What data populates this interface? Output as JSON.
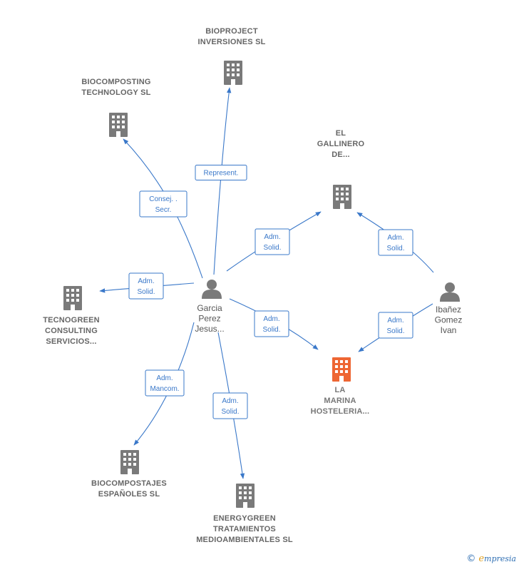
{
  "colors": {
    "edge": "#3a78c9",
    "company_icon": "#7a7a7a",
    "focus_icon": "#ee6633",
    "person_icon": "#7a7a7a",
    "label": "#666666"
  },
  "nodes": [
    {
      "id": "bioproject",
      "type": "company",
      "icon": "building-icon",
      "lines": [
        "BIOPROJECT",
        "INVERSIONES SL"
      ]
    },
    {
      "id": "biocomposting",
      "type": "company",
      "icon": "building-icon",
      "lines": [
        "BIOCOMPOSTING",
        "TECHNOLOGY SL"
      ]
    },
    {
      "id": "gallinero",
      "type": "company",
      "icon": "building-icon",
      "lines": [
        "EL",
        "GALLINERO",
        "DE..."
      ]
    },
    {
      "id": "tecnogreen",
      "type": "company",
      "icon": "building-icon",
      "lines": [
        "TECNOGREEN",
        "CONSULTING",
        "SERVICIOS..."
      ]
    },
    {
      "id": "garcia",
      "type": "person",
      "icon": "person-icon",
      "lines": [
        "Garcia",
        "Perez",
        "Jesus..."
      ]
    },
    {
      "id": "ibanez",
      "type": "person",
      "icon": "person-icon",
      "lines": [
        "Ibañez",
        "Gomez",
        "Ivan"
      ]
    },
    {
      "id": "lamarina",
      "type": "focus",
      "icon": "building-icon",
      "lines": [
        "LA",
        "MARINA",
        "HOSTELERIA..."
      ]
    },
    {
      "id": "biocompostajes",
      "type": "company",
      "icon": "building-icon",
      "lines": [
        "BIOCOMPOSTAJES",
        "ESPAÑOLES SL"
      ]
    },
    {
      "id": "energygreen",
      "type": "company",
      "icon": "building-icon",
      "lines": [
        "ENERGYGREEN",
        "TRATAMIENTOS",
        "MEDIOAMBIENTALES SL"
      ]
    }
  ],
  "edges": [
    {
      "id": "garcia-bioproject",
      "from": "garcia",
      "to": "bioproject",
      "label": [
        "Represent."
      ]
    },
    {
      "id": "garcia-biocomposting",
      "from": "garcia",
      "to": "biocomposting",
      "label": [
        "Consej. .",
        "Secr."
      ]
    },
    {
      "id": "garcia-gallinero",
      "from": "garcia",
      "to": "gallinero",
      "label": [
        "Adm.",
        "Solid."
      ]
    },
    {
      "id": "garcia-tecnogreen",
      "from": "garcia",
      "to": "tecnogreen",
      "label": [
        "Adm.",
        "Solid."
      ]
    },
    {
      "id": "garcia-lamarina",
      "from": "garcia",
      "to": "lamarina",
      "label": [
        "Adm.",
        "Solid."
      ]
    },
    {
      "id": "garcia-biocompostajes",
      "from": "garcia",
      "to": "biocompostajes",
      "label": [
        "Adm.",
        "Mancom."
      ]
    },
    {
      "id": "garcia-energygreen",
      "from": "garcia",
      "to": "energygreen",
      "label": [
        "Adm.",
        "Solid."
      ]
    },
    {
      "id": "ibanez-gallinero",
      "from": "ibanez",
      "to": "gallinero",
      "label": [
        "Adm.",
        "Solid."
      ]
    },
    {
      "id": "ibanez-lamarina",
      "from": "ibanez",
      "to": "lamarina",
      "label": [
        "Adm.",
        "Solid."
      ]
    }
  ],
  "footer": {
    "copyright_symbol": "©",
    "brand_initial": "e",
    "brand_rest": "mpresia"
  }
}
